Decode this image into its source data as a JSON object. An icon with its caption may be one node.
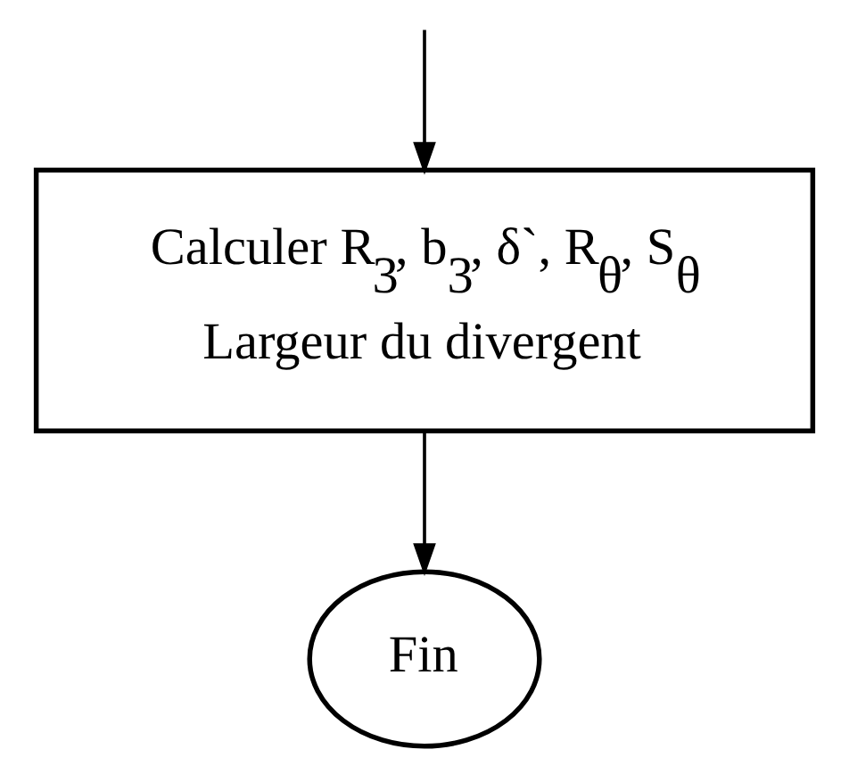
{
  "diagram": {
    "nodes": [
      {
        "text": [
          "Calculer R$_{3}$, b$_{3}$, δ`, R$_{θ}$, S$_{θ}$",
          "Largeur du divergent"
        ]
      },
      {
        "text": [
          "Fin"
        ]
      }
    ],
    "edges": [
      {
        "from": null,
        "to": 0,
        "arrow": "to"
      },
      {
        "from": 0,
        "to": 1,
        "arrow": "to"
      }
    ]
  }
}
